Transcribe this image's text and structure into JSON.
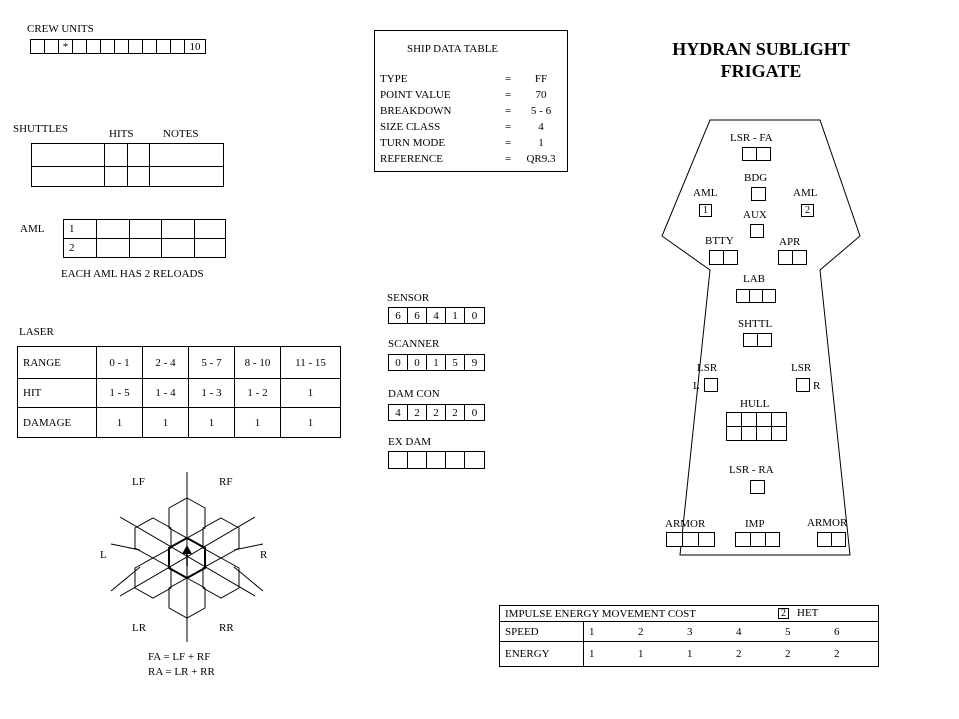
{
  "crew_units": {
    "label": "CREW UNITS",
    "marker": "*",
    "last": "10"
  },
  "shuttles": {
    "label": "SHUTTLES",
    "hits_label": "HITS",
    "notes_label": "NOTES"
  },
  "aml": {
    "label": "AML",
    "rows": [
      "1",
      "2"
    ],
    "note": "EACH AML HAS 2 RELOADS"
  },
  "laser": {
    "label": "LASER",
    "rows": [
      {
        "head": "RANGE",
        "cells": [
          "0 - 1",
          "2 - 4",
          "5 - 7",
          "8 - 10",
          "11 - 15"
        ]
      },
      {
        "head": "HIT",
        "cells": [
          "1 - 5",
          "1 - 4",
          "1 - 3",
          "1 - 2",
          "1"
        ]
      },
      {
        "head": "DAMAGE",
        "cells": [
          "1",
          "1",
          "1",
          "1",
          "1"
        ]
      }
    ]
  },
  "ship_data": {
    "title": "SHIP DATA  TABLE",
    "rows": [
      {
        "k": "TYPE",
        "eq": "=",
        "v": "FF"
      },
      {
        "k": "POINT VALUE",
        "eq": "=",
        "v": "70"
      },
      {
        "k": "BREAKDOWN",
        "eq": "=",
        "v": "5 - 6"
      },
      {
        "k": "SIZE CLASS",
        "eq": "=",
        "v": "4"
      },
      {
        "k": "TURN MODE",
        "eq": "=",
        "v": "1"
      },
      {
        "k": "REFERENCE",
        "eq": "=",
        "v": "QR9.3"
      }
    ]
  },
  "title": {
    "line1": "HYDRAN SUBLIGHT",
    "line2": "FRIGATE"
  },
  "sensor": {
    "label": "SENSOR",
    "values": [
      "6",
      "6",
      "4",
      "1",
      "0"
    ]
  },
  "scanner": {
    "label": "SCANNER",
    "values": [
      "0",
      "0",
      "1",
      "5",
      "9"
    ]
  },
  "damcon": {
    "label": "DAM CON",
    "values": [
      "4",
      "2",
      "2",
      "2",
      "0"
    ]
  },
  "exdam": {
    "label": "EX DAM"
  },
  "arcs": {
    "lf": "LF",
    "rf": "RF",
    "l": "L",
    "r": "R",
    "lr": "LR",
    "rr": "RR",
    "fa": "FA = LF + RF",
    "ra": "RA = LR + RR"
  },
  "ssd": {
    "lsr_fa": "LSR - FA",
    "bdg": "BDG",
    "aml_l": "AML",
    "aml_r": "AML",
    "aml_l_num": "1",
    "aml_r_num": "2",
    "aux": "AUX",
    "btty": "BTTY",
    "apr": "APR",
    "lab": "LAB",
    "shttl": "SHTTL",
    "lsr_l": "LSR",
    "lsr_r": "LSR",
    "l": "L",
    "r": "R",
    "hull": "HULL",
    "lsr_ra": "LSR - RA",
    "armor_l": "ARMOR",
    "imp": "IMP",
    "armor_r": "ARMOR"
  },
  "impulse": {
    "title": "IMPULSE ENERGY MOVEMENT COST",
    "het_num": "2",
    "het": "HET",
    "speed_label": "SPEED",
    "speeds": [
      "1",
      "2",
      "3",
      "4",
      "5",
      "6"
    ],
    "energy_label": "ENERGY",
    "energies": [
      "1",
      "1",
      "1",
      "2",
      "2",
      "2"
    ]
  }
}
